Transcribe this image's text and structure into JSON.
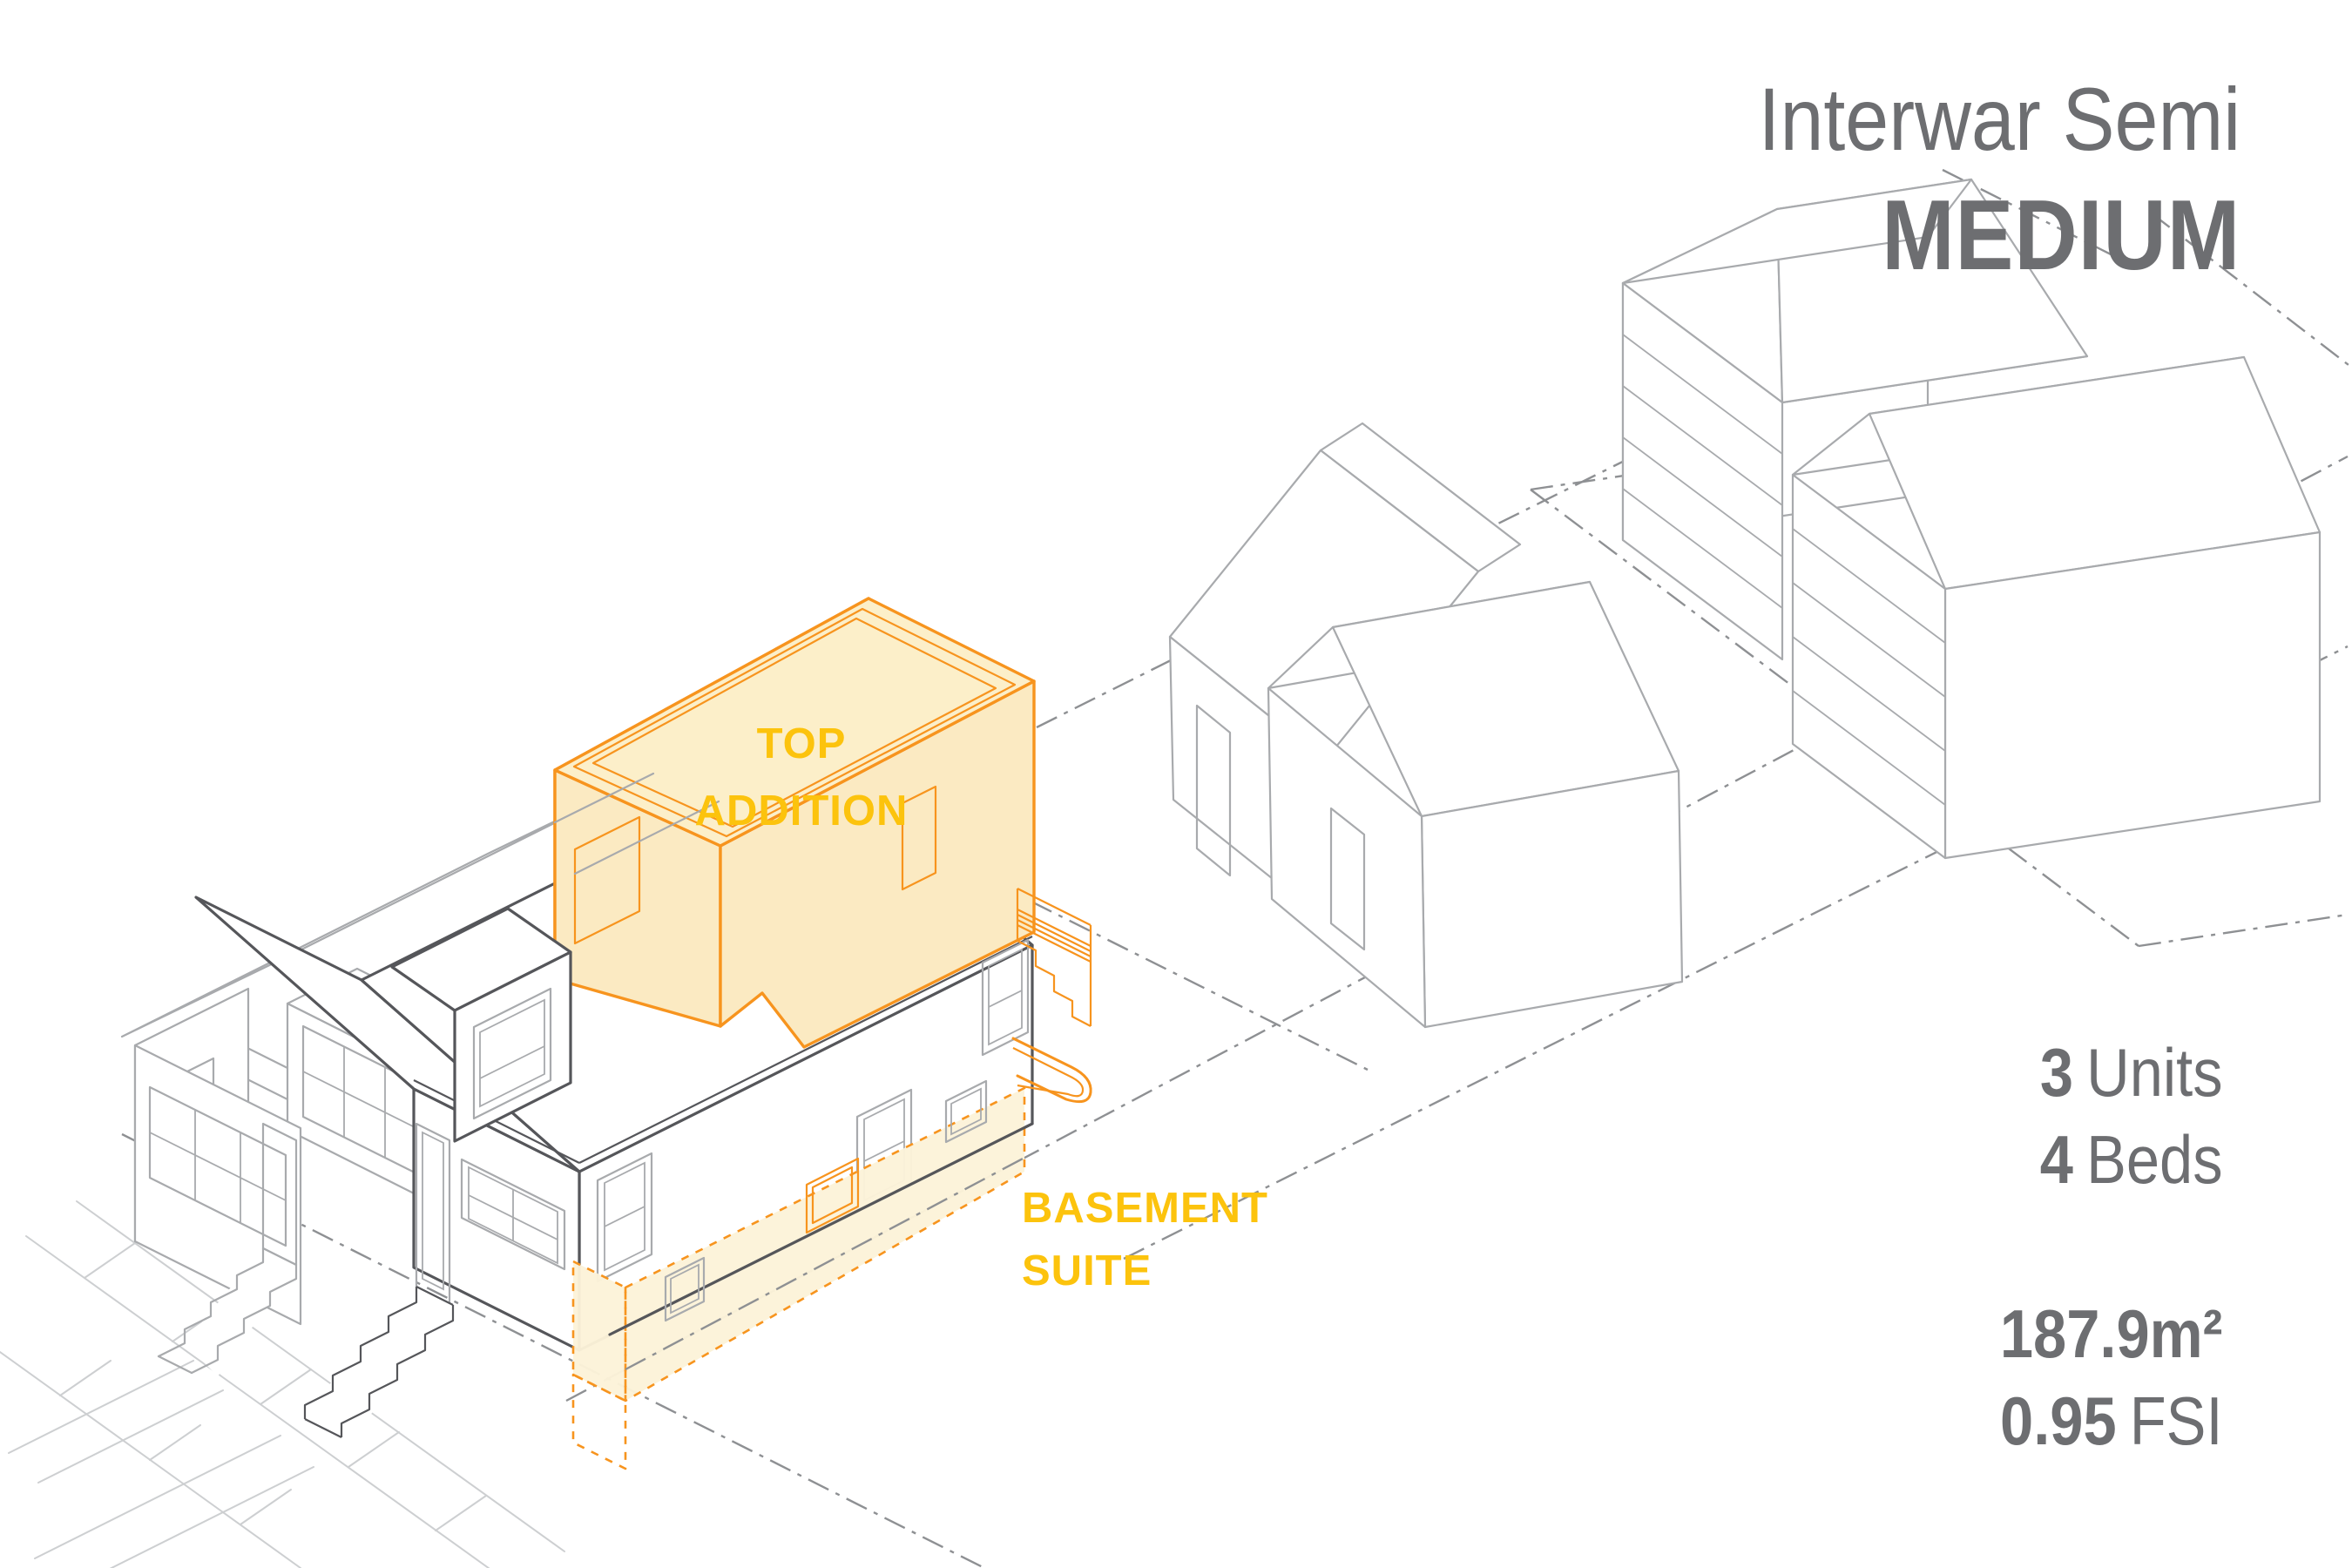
{
  "title": {
    "line1": "Interwar Semi",
    "line2": "MEDIUM"
  },
  "stats": {
    "units_value": "3",
    "units_label": "Units",
    "beds_value": "4",
    "beds_label": "Beds",
    "area_value": "187.9m²",
    "fsi_value": "0.95",
    "fsi_label": "FSI"
  },
  "diagram": {
    "labels": {
      "top_addition_line1": "TOP",
      "top_addition_line2": "ADDITION",
      "basement_suite_line1": "BASEMENT",
      "basement_suite_line2": "SUITE"
    },
    "colors": {
      "accent_yellow": "#FCC30D",
      "accent_orange": "#F7941E",
      "highlight_fill": "#F9E5BA",
      "highlight_fill_light": "#FCEFC9",
      "highlight_fill_mid": "#FBEAC2",
      "basement_fill": "#FCF3D9",
      "ink_dark": "#55565A",
      "ink_light": "#A8AAAD",
      "ink_faint": "#CDCFD1",
      "dashdot_gray": "#8E9093",
      "text_gray": "#6D6E71"
    }
  }
}
